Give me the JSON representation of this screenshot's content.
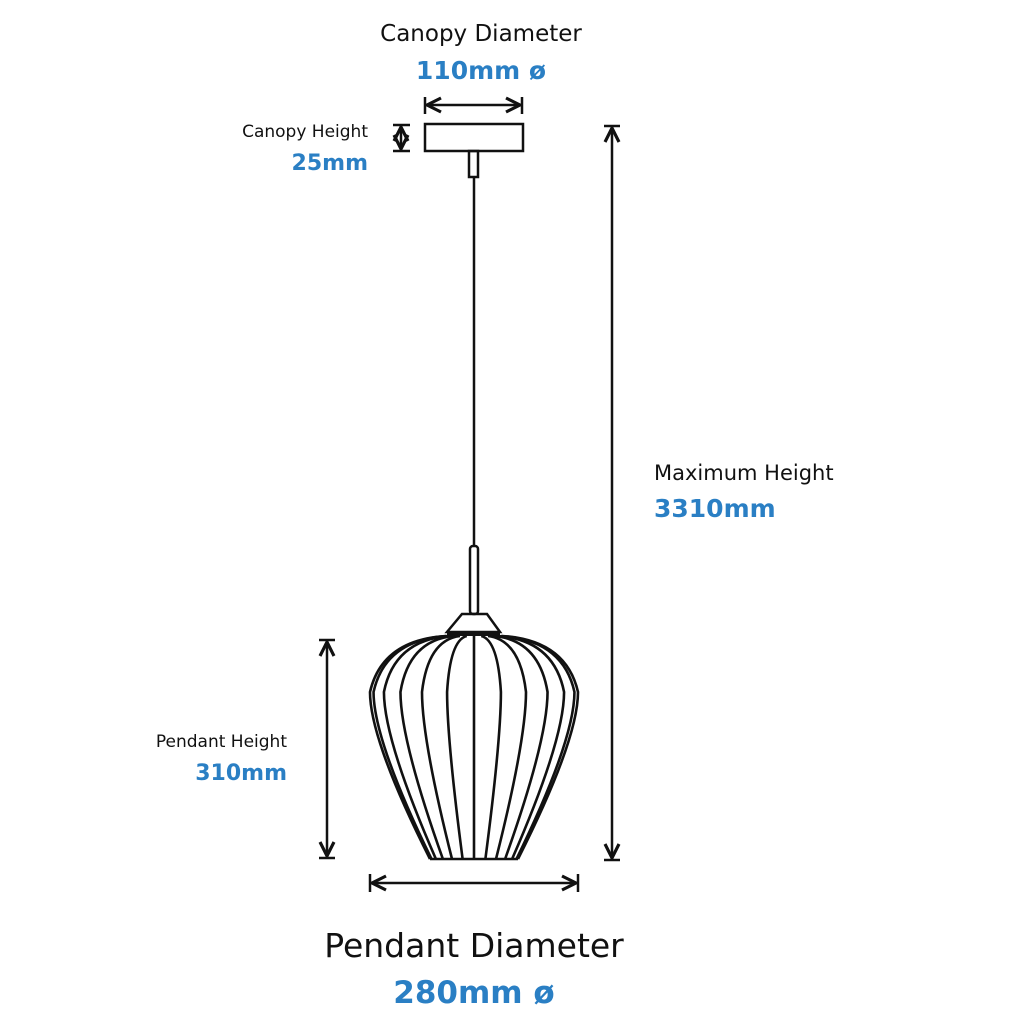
{
  "colors": {
    "accent": "#2a7fc4",
    "line": "#111111"
  },
  "canopy_diameter": {
    "label": "Canopy Diameter",
    "value": "110mm ø"
  },
  "canopy_height": {
    "label": "Canopy Height",
    "value": "25mm"
  },
  "maximum_height": {
    "label": "Maximum Height",
    "value": "3310mm"
  },
  "pendant_height": {
    "label": "Pendant Height",
    "value": "310mm"
  },
  "pendant_diameter": {
    "label": "Pendant Diameter",
    "value": "280mm ø"
  }
}
